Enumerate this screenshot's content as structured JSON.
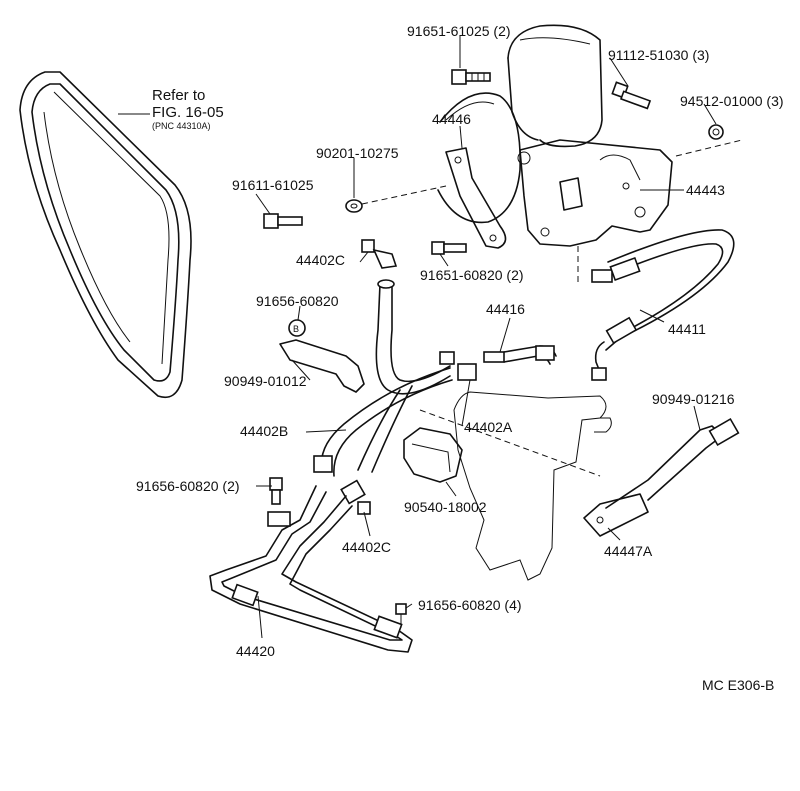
{
  "belt_note": {
    "line1": "Refer to",
    "line2": "FIG. 16-05",
    "line3": "(PNC 44310A)"
  },
  "callouts": {
    "c1": "91651-61025 (2)",
    "c2": "91112-51030 (3)",
    "c3": "94512-01000 (3)",
    "c4": "44446",
    "c5": "90201-10275",
    "c6": "44443",
    "c7": "91611-61025",
    "c8": "44402C",
    "c9": "91651-60820 (2)",
    "c10": "91656-60820",
    "c11": "B",
    "c12": "44416",
    "c13": "44411",
    "c14": "90949-01012",
    "c15": "44402B",
    "c16": "44402A",
    "c17": "90949-01216",
    "c18": "91656-60820 (2)",
    "c19": "90540-18002",
    "c20": "44402C",
    "c21": "44447A",
    "c22": "91656-60820 (4)",
    "c23": "44420"
  },
  "figure_code": "MC  E306-B"
}
